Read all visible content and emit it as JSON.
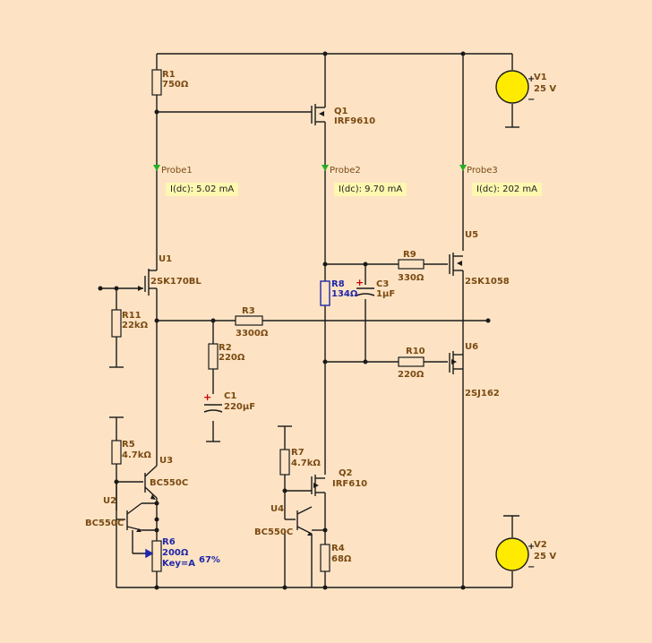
{
  "components": {
    "R1": {
      "ref": "R1",
      "value": "750Ω"
    },
    "R2": {
      "ref": "R2",
      "value": "220Ω"
    },
    "R3": {
      "ref": "R3",
      "value": "3300Ω"
    },
    "R4": {
      "ref": "R4",
      "value": "68Ω"
    },
    "R5": {
      "ref": "R5",
      "value": "4.7kΩ"
    },
    "R6": {
      "ref": "R6",
      "value": "200Ω",
      "key": "Key=A",
      "wiper": "67%"
    },
    "R7": {
      "ref": "R7",
      "value": "4.7kΩ"
    },
    "R8": {
      "ref": "R8",
      "value": "134Ω"
    },
    "R9": {
      "ref": "R9",
      "value": "330Ω"
    },
    "R10": {
      "ref": "R10",
      "value": "220Ω"
    },
    "R11": {
      "ref": "R11",
      "value": "22kΩ"
    },
    "C1": {
      "ref": "C1",
      "value": "220µF"
    },
    "C3": {
      "ref": "C3",
      "value": "1µF"
    },
    "Q1": {
      "ref": "Q1",
      "part": "IRF9610"
    },
    "Q2": {
      "ref": "Q2",
      "part": "IRF610"
    },
    "U1": {
      "ref": "U1",
      "part": "2SK170BL"
    },
    "U2": {
      "ref": "U2",
      "part": "BC550C"
    },
    "U3": {
      "ref": "U3",
      "part": "BC550C"
    },
    "U4": {
      "ref": "U4",
      "part": "BC550C"
    },
    "U5": {
      "ref": "U5",
      "part": "2SK1058"
    },
    "U6": {
      "ref": "U6",
      "part": "2SJ162"
    },
    "V1": {
      "ref": "V1",
      "value": "25 V"
    },
    "V2": {
      "ref": "V2",
      "value": "25 V"
    }
  },
  "probes": [
    {
      "name": "Probe1",
      "reading": "I(dc): 5.02 mA"
    },
    {
      "name": "Probe2",
      "reading": "I(dc): 9.70 mA"
    },
    {
      "name": "Probe3",
      "reading": "I(dc): 202 mA"
    }
  ],
  "symbols": {
    "plus": "+",
    "minus": "−"
  },
  "colors": {
    "background": "#fde3c4",
    "wire": "#1a1a1a",
    "label": "#7a4a12",
    "value_highlight": "#1f27a8",
    "probe_arrow": "#22b022",
    "readout_bg": "#fdf7b0",
    "polarity": "#cc0000"
  }
}
